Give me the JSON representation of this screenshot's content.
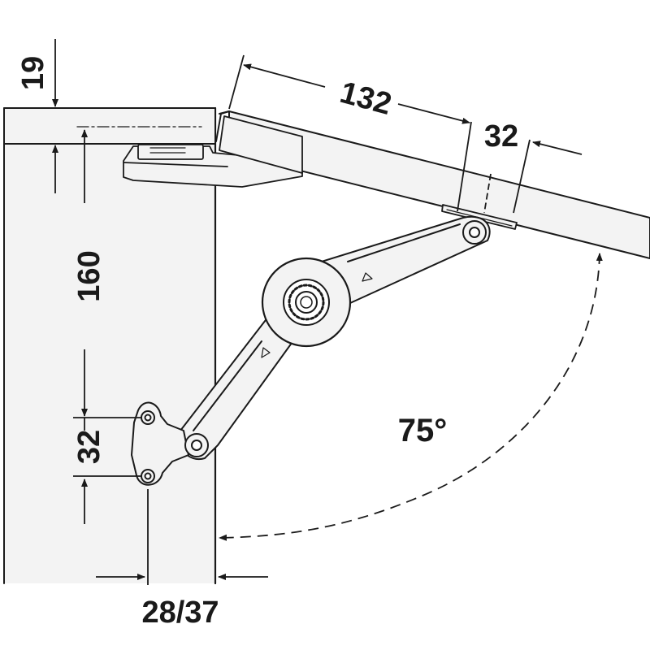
{
  "diagram": {
    "dimensions": {
      "panel_thickness": "19",
      "vertical_offset": "160",
      "base_hole_spacing": "32",
      "lid_offset": "132",
      "lid_hole_spacing": "32",
      "horizontal_offset": "28/37"
    },
    "opening_angle": "75°"
  },
  "colors": {
    "line": "#1a1a1a",
    "fill": "#f3f3f3"
  }
}
